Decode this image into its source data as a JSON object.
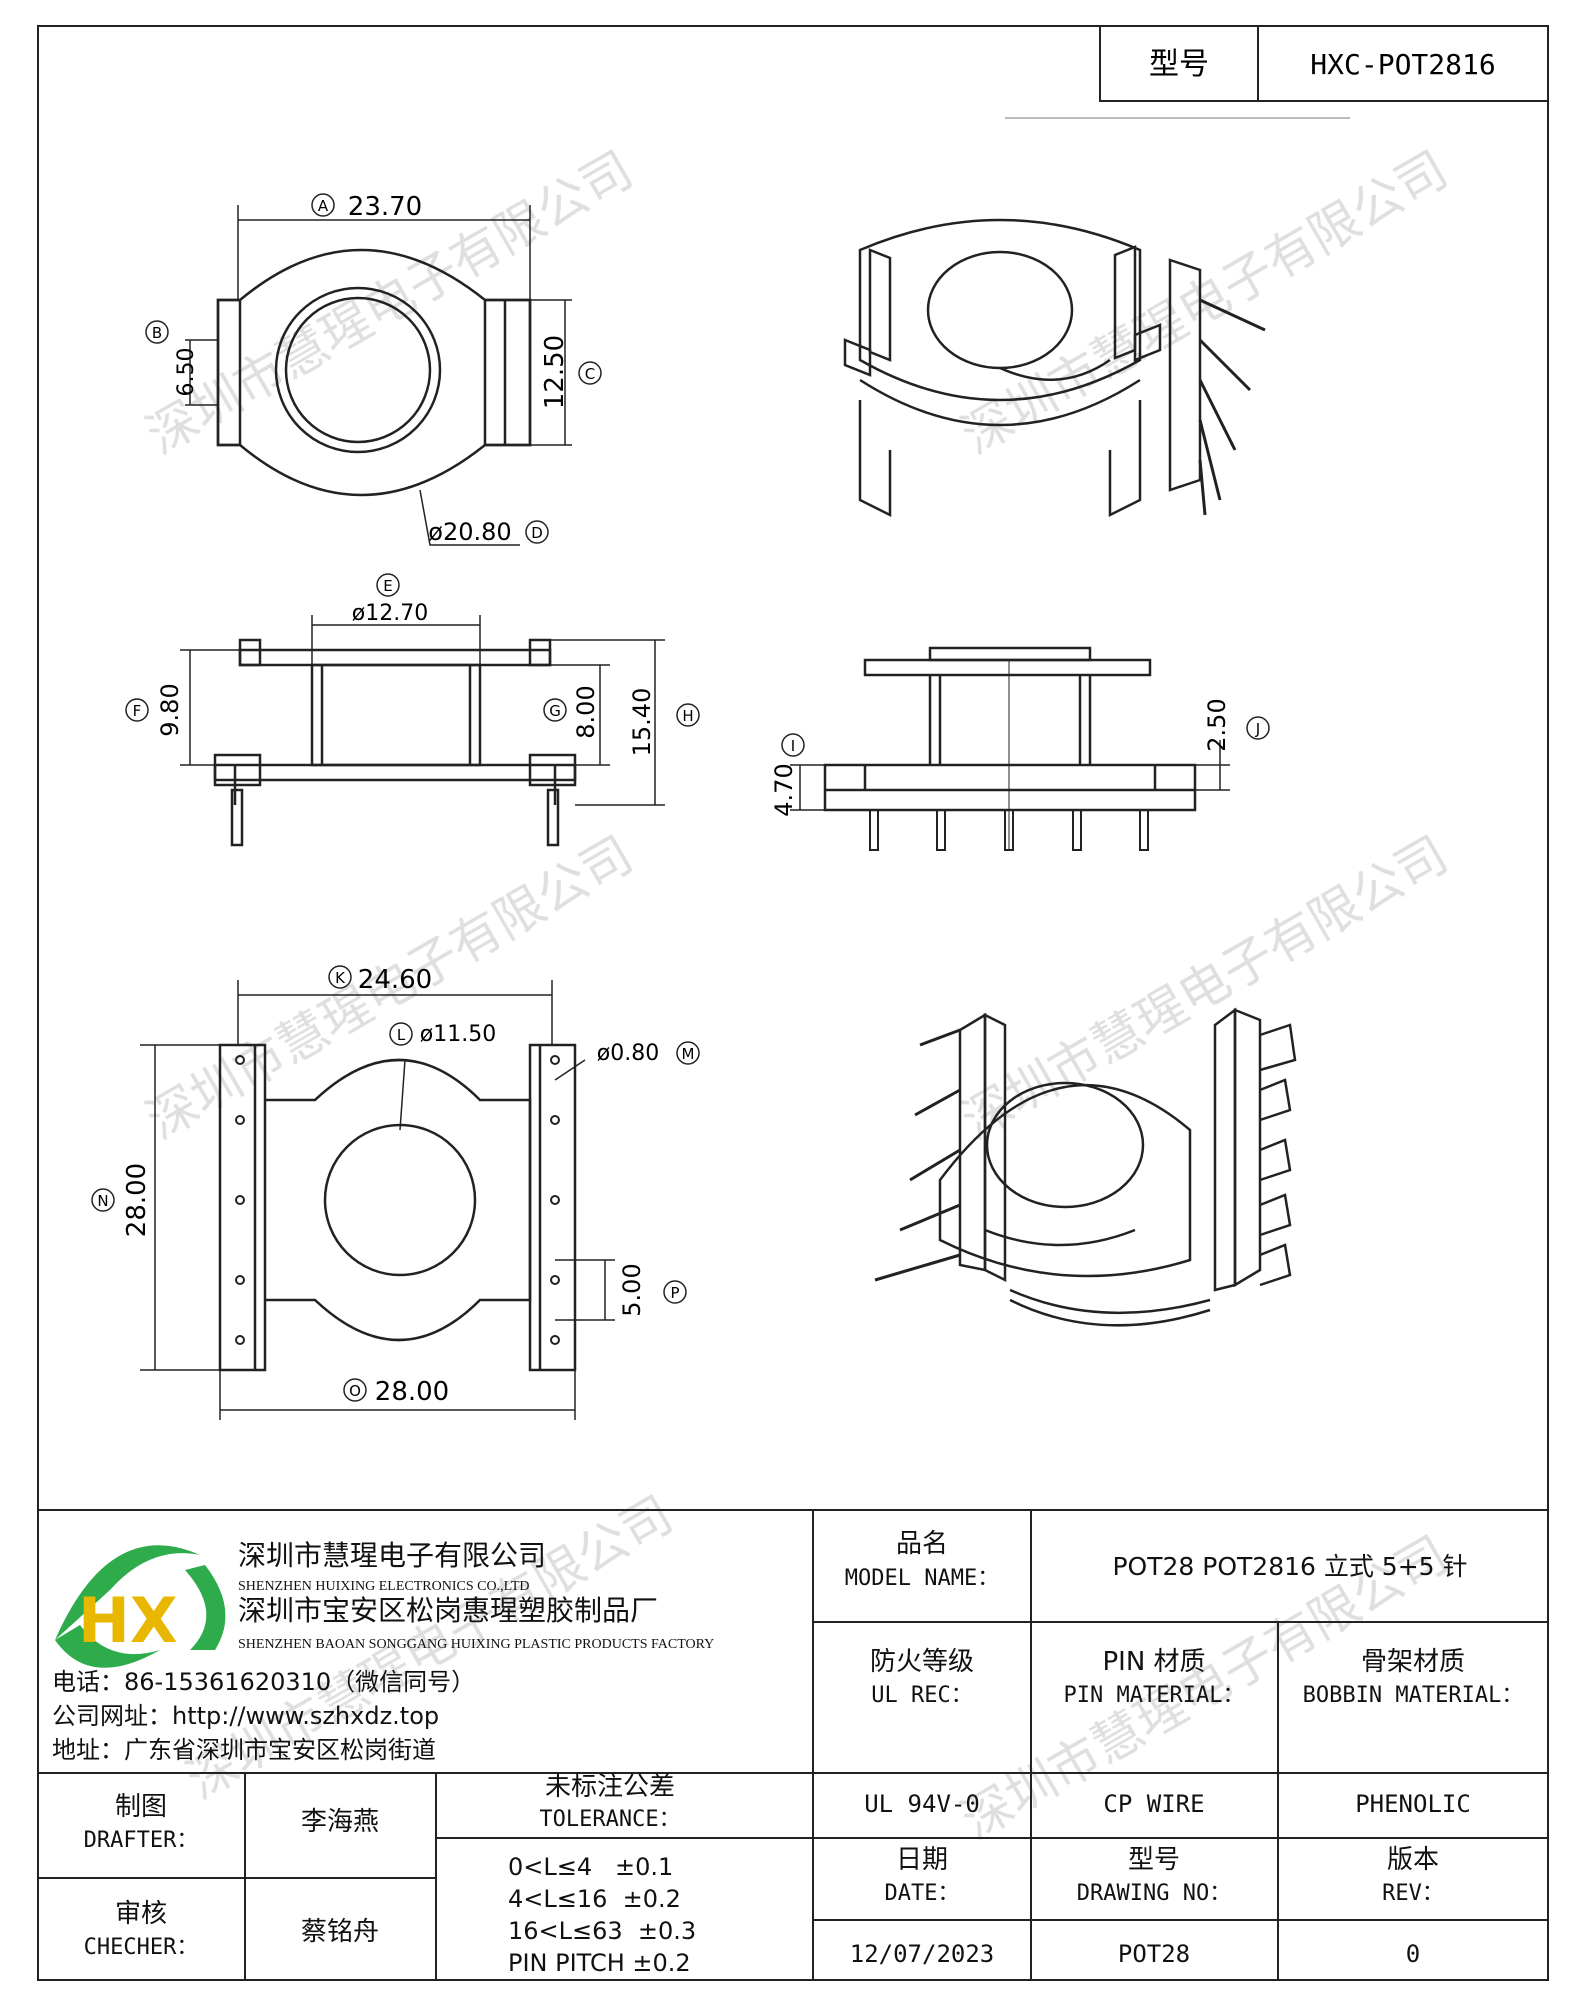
{
  "model_label": "型号",
  "model_value": "HXC-POT2816",
  "watermark": "深圳市慧瑆电子有限公司",
  "drawing": {
    "top_view": {
      "dim_a_label": "A",
      "dim_a": "23.70",
      "dim_b_label": "B",
      "dim_b": "6.50",
      "dim_c_label": "C",
      "dim_c": "12.50",
      "dim_d_label": "D",
      "dim_d": "ø20.80"
    },
    "front_view": {
      "dim_e_label": "E",
      "dim_e": "ø12.70",
      "dim_f_label": "F",
      "dim_f": "9.80",
      "dim_g_label": "G",
      "dim_g": "8.00",
      "dim_h_label": "H",
      "dim_h": "15.40"
    },
    "side_view": {
      "dim_i_label": "I",
      "dim_i": "4.70",
      "dim_j_label": "J",
      "dim_j": "2.50"
    },
    "bottom_view": {
      "dim_k_label": "K",
      "dim_k": "24.60",
      "dim_l_label": "L",
      "dim_l": "ø11.50",
      "dim_m_label": "M",
      "dim_m": "ø0.80",
      "dim_n_label": "N",
      "dim_n": "28.00",
      "dim_o_label": "O",
      "dim_o": "28.00",
      "dim_p_label": "P",
      "dim_p": "5.00"
    }
  },
  "company": {
    "logo_text": "HX",
    "name_cn": "深圳市慧瑆电子有限公司",
    "name_en": "SHENZHEN HUIXING ELECTRONICS CO.,LTD",
    "factory_cn": "深圳市宝安区松岗惠瑆塑胶制品厂",
    "factory_en": "SHENZHEN BAOAN SONGGANG HUIXING PLASTIC PRODUCTS FACTORY",
    "phone": "电话：86-15361620310（微信同号）",
    "website": "公司网址：http://www.szhxdz.top",
    "address": "地址：广东省深圳市宝安区松岗街道"
  },
  "titleblock": {
    "model_name_cn": "品名",
    "model_name_en": "MODEL NAME：",
    "model_name_value": "POT28 POT2816 立式 5+5 针",
    "ul_cn": "防火等级",
    "ul_en": "UL REC：",
    "pin_cn": "PIN 材质",
    "pin_en": "PIN MATERIAL：",
    "bobbin_cn": "骨架材质",
    "bobbin_en": "BOBBIN MATERIAL：",
    "ul_value": "UL 94V-0",
    "pin_value": "CP WIRE",
    "bobbin_value": "PHENOLIC",
    "date_cn": "日期",
    "date_en": "DATE：",
    "drawing_no_cn": "型号",
    "drawing_no_en": "DRAWING NO：",
    "rev_cn": "版本",
    "rev_en": "REV：",
    "date_value": "12/07/2023",
    "drawing_no_value": "POT28",
    "rev_value": "0",
    "drafter_cn": "制图",
    "drafter_en": "DRAFTER：",
    "drafter_value": "李海燕",
    "checker_cn": "审核",
    "checker_en": "CHECHER：",
    "checker_value": "蔡铭舟",
    "tolerance_cn": "未标注公差",
    "tolerance_en": "TOLERANCE：",
    "tolerance_lines": [
      "0<L≤4   ±0.1",
      "4<L≤16  ±0.2",
      "16<L≤63  ±0.3",
      "PIN PITCH ±0.2"
    ]
  }
}
